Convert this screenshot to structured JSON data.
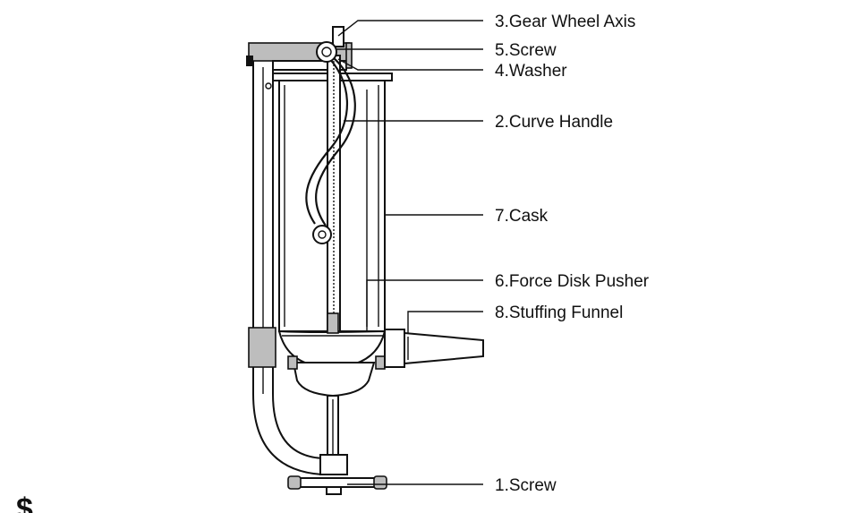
{
  "labels": {
    "gear_wheel_axis": "3.Gear Wheel Axis",
    "screw_top": "5.Screw",
    "washer": "4.Washer",
    "curve_handle": "2.Curve Handle",
    "cask": "7.Cask",
    "force_disk_pusher": "6.Force Disk Pusher",
    "stuffing_funnel": "8.Stuffing Funnel",
    "screw_bottom": "1.Screw"
  },
  "watermark_glyph": "$"
}
